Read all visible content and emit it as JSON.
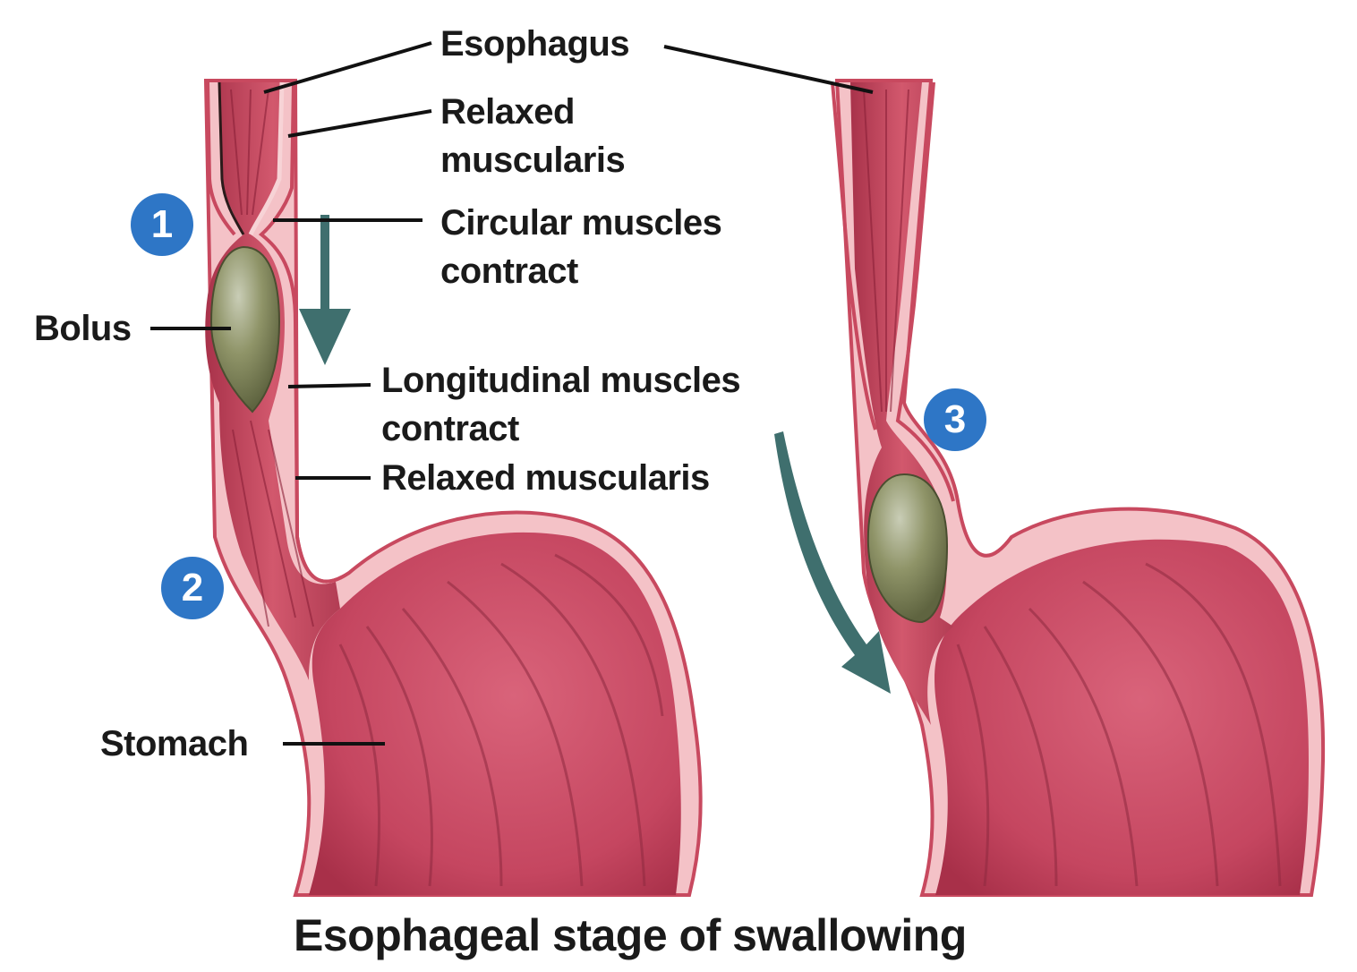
{
  "title": "Esophageal stage of swallowing",
  "steps": [
    "1",
    "2",
    "3"
  ],
  "labels": {
    "esophagus": "Esophagus",
    "relaxed_muscularis_top_1": "Relaxed",
    "relaxed_muscularis_top_2": "muscularis",
    "circular_1": "Circular muscles",
    "circular_2": "contract",
    "bolus": "Bolus",
    "longitudinal_1": "Longitudinal muscles",
    "longitudinal_2": "contract",
    "relaxed_muscularis_bottom": "Relaxed muscularis",
    "stomach": "Stomach"
  },
  "colors": {
    "tissue": "#c9485f",
    "tissue_dark": "#9e2f45",
    "lining": "#f2b9c0",
    "bolus": "#8a8f64",
    "arrow": "#3f6f6e",
    "step_badge": "#2e76c6"
  }
}
